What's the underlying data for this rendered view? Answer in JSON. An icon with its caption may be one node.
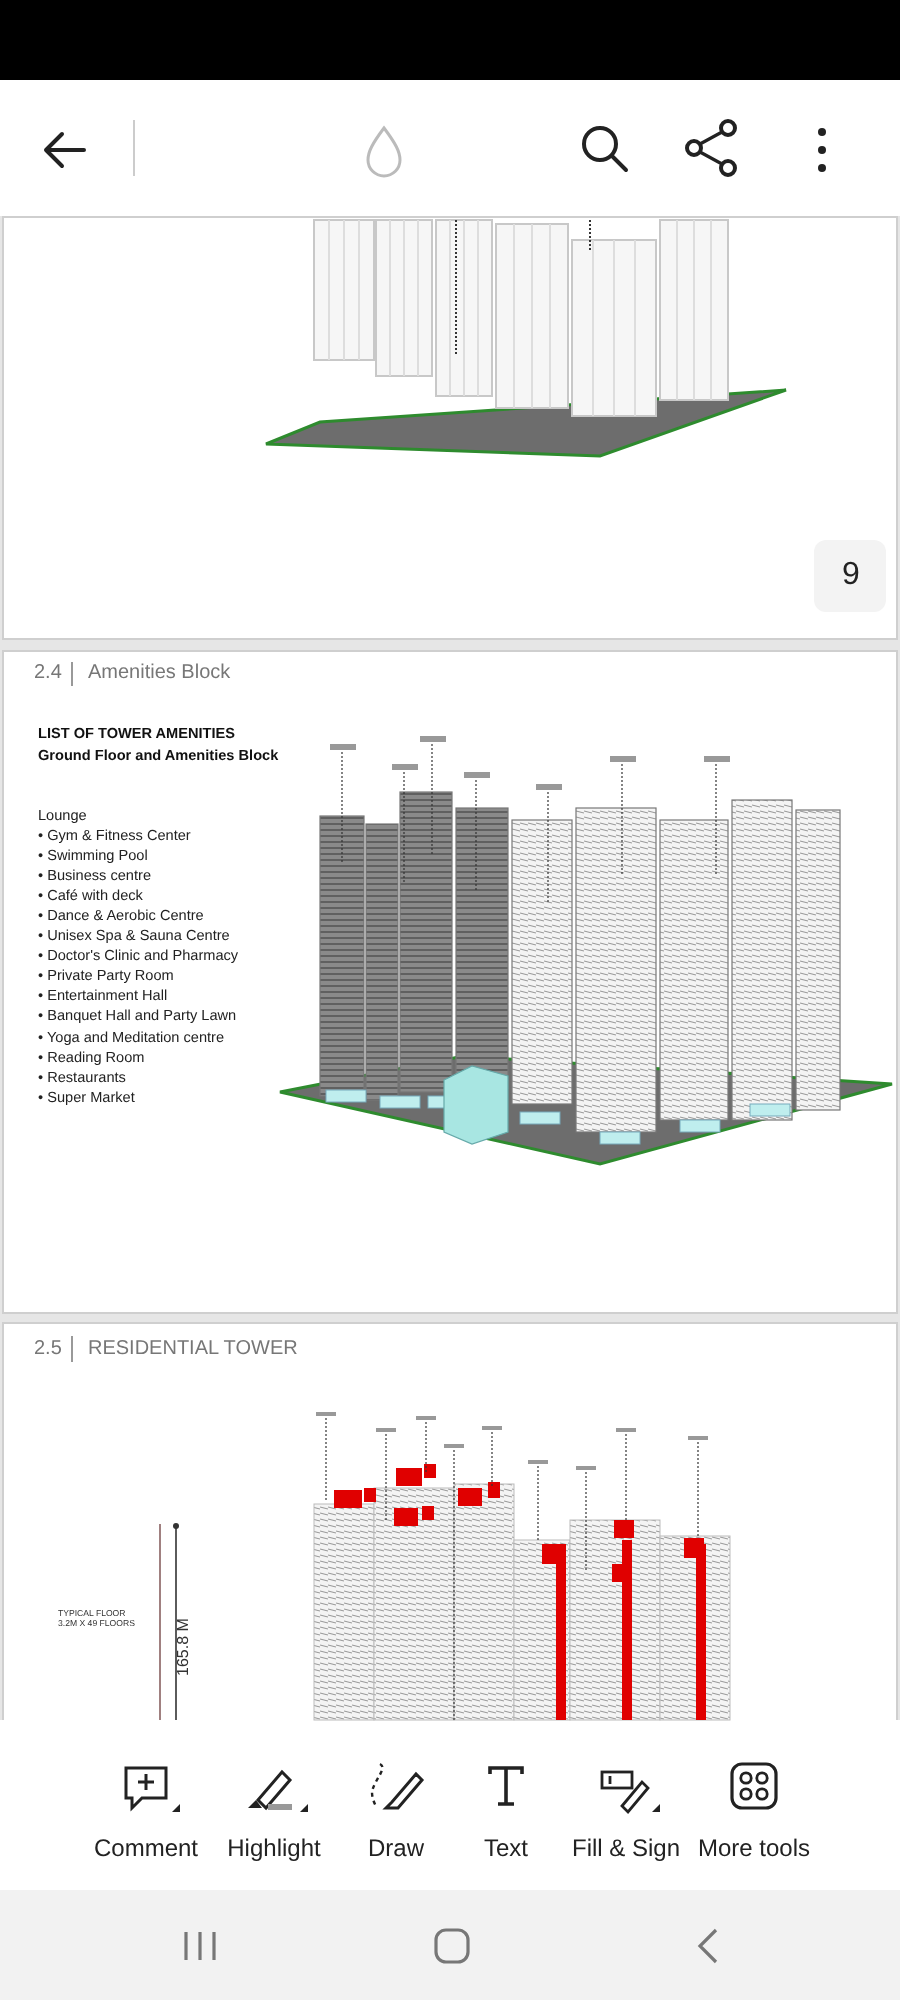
{
  "diagram": {
    "nodes": [
      {
        "text": [],
        "shape": "bar"
      },
      {
        "text": [],
        "shape": "bar"
      },
      {
        "text": [],
        "shape": "bar"
      }
    ],
    "labels": [
      "9",
      "2.4",
      "Amenities Block",
      "LIST OF TOWER AMENITIES",
      "Ground Floor and Amenities Block",
      "Lounge",
      "• Gym & Fitness Center",
      "• Swimming Pool",
      "• Business centre",
      "• Café with deck",
      "• Dance & Aerobic Centre",
      "• Unisex Spa & Sauna Centre",
      "• Doctor's Clinic and Pharmacy",
      "• Private Party Room",
      "• Entertainment Hall",
      "• Banquet Hall and Party Lawn",
      "• Yoga and Meditation centre",
      "• Reading Room",
      "• Restaurants",
      "• Super Market",
      "2.5",
      "RESIDENTIAL TOWER",
      "TYPICAL FLOOR 3.2M X 49 FLOORS",
      "165.8 M",
      "Comment",
      "Highlight",
      "Draw",
      "Text",
      "Fill & Sign",
      "More tools"
    ]
  }
}
